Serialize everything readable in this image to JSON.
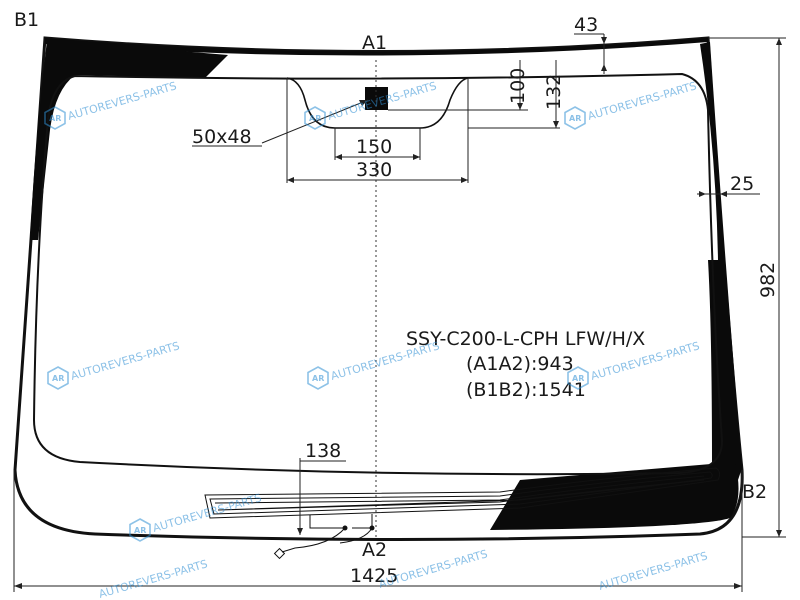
{
  "corners": {
    "b1": "B1",
    "a1": "A1",
    "a2": "A2",
    "b2": "B2"
  },
  "dimensions": {
    "top_band": "43",
    "sensor_height": "100",
    "sensor_zone_height": "132",
    "sensor_size": "50x48",
    "sensor_zone_inner_width": "150",
    "sensor_zone_outer_width": "330",
    "side_band": "25",
    "total_height": "982",
    "heater_width": "138",
    "total_width": "1425"
  },
  "info": {
    "code": "SSY-C200-L-CPH LFW/H/X",
    "a1a2": "(A1A2):943",
    "b1b2": "(B1B2):1541"
  },
  "watermark": {
    "text": "AUTOREVERS-PARTS",
    "logo": "AR"
  },
  "colors": {
    "line": "#111111",
    "dim": "#222222",
    "watermark": "#2f8fd4",
    "ceramic": "#0a0a0a"
  }
}
